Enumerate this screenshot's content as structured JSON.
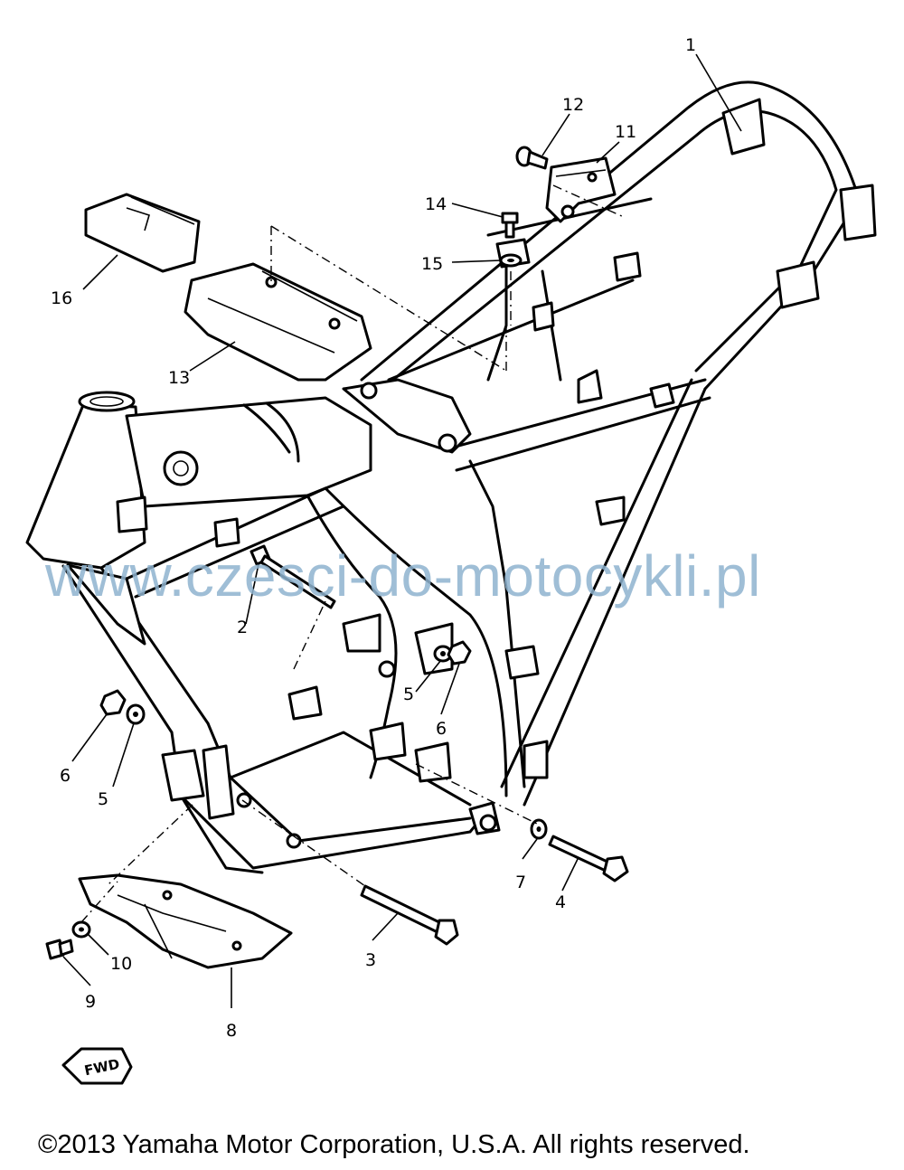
{
  "parts": [
    {
      "id": "p1",
      "label": "1"
    },
    {
      "id": "p2",
      "label": "2"
    },
    {
      "id": "p3",
      "label": "3"
    },
    {
      "id": "p4",
      "label": "4"
    },
    {
      "id": "p5a",
      "label": "5"
    },
    {
      "id": "p5b",
      "label": "5"
    },
    {
      "id": "p6a",
      "label": "6"
    },
    {
      "id": "p6b",
      "label": "6"
    },
    {
      "id": "p7",
      "label": "7"
    },
    {
      "id": "p8",
      "label": "8"
    },
    {
      "id": "p9",
      "label": "9"
    },
    {
      "id": "p10",
      "label": "10"
    },
    {
      "id": "p11",
      "label": "11"
    },
    {
      "id": "p12",
      "label": "12"
    },
    {
      "id": "p13",
      "label": "13"
    },
    {
      "id": "p14",
      "label": "14"
    },
    {
      "id": "p15",
      "label": "15"
    },
    {
      "id": "p16",
      "label": "16"
    }
  ],
  "fwd_label": "FWD",
  "watermark": "www.czesci-do-motocykli.pl",
  "copyright": "©2013 Yamaha Motor Corporation, U.S.A. All rights reserved.",
  "colors": {
    "line": "#000000",
    "watermark": "#8fb3cf",
    "background": "#ffffff"
  }
}
